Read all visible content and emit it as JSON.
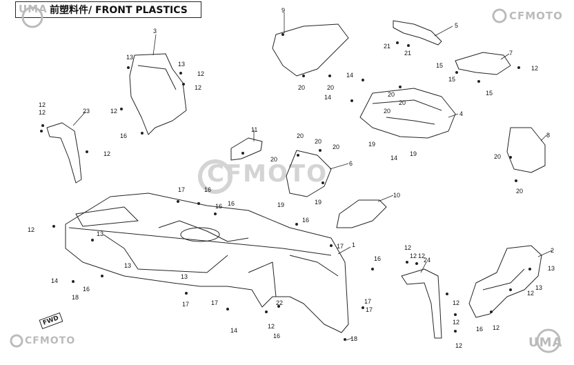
{
  "header": {
    "title": "前塑料件/ FRONT PLASTICS"
  },
  "logos": {
    "uma_top": "UMA",
    "uma_bottom": "UMA",
    "cfmoto_top": "CFMOTO",
    "cfmoto_bottom": "CFMOTO",
    "cfmoto_watermark": "CFMOTO"
  },
  "fwd_label": "FWD",
  "callouts": [
    "1",
    "2",
    "3",
    "4",
    "5",
    "6",
    "7",
    "8",
    "9",
    "10",
    "11",
    "12",
    "13",
    "14",
    "15",
    "16",
    "17",
    "18",
    "19",
    "20",
    "21",
    "22",
    "23",
    "24"
  ]
}
